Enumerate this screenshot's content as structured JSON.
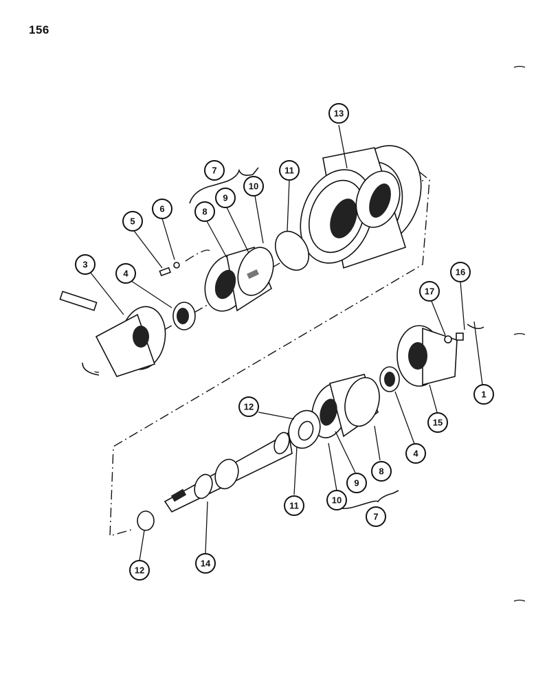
{
  "page": {
    "number": "156"
  },
  "callouts": {
    "c1": "1",
    "c3": "3",
    "c4a": "4",
    "c4b": "4",
    "c5": "5",
    "c6": "6",
    "c7a": "7",
    "c7b": "7",
    "c8a": "8",
    "c8b": "8",
    "c9a": "9",
    "c9b": "9",
    "c10a": "10",
    "c10b": "10",
    "c11a": "11",
    "c11b": "11",
    "c12a": "12",
    "c12b": "12",
    "c13": "13",
    "c14": "14",
    "c15": "15",
    "c16": "16",
    "c17": "17"
  }
}
